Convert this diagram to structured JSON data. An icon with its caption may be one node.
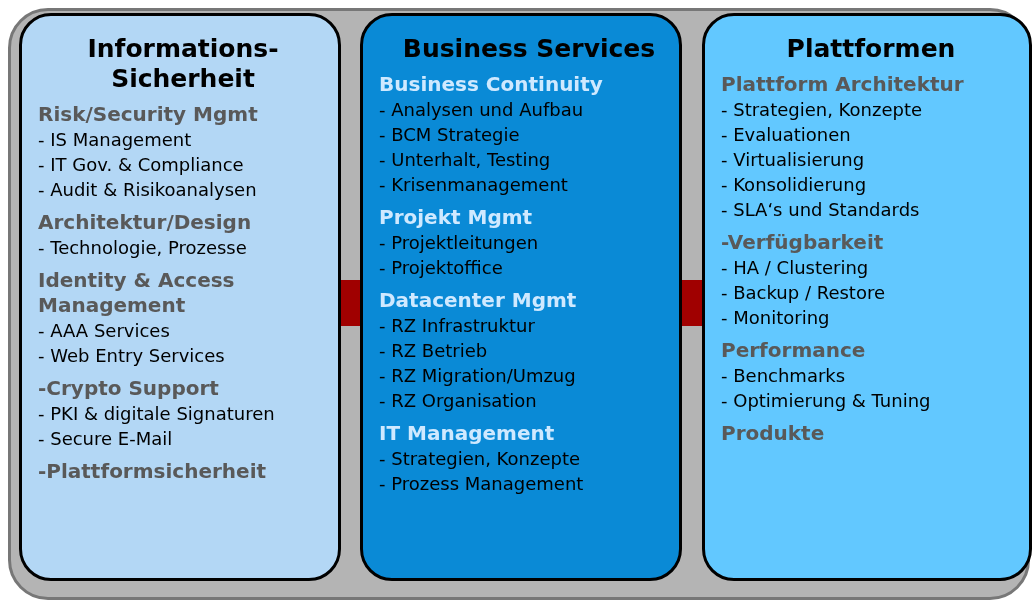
{
  "diagram": {
    "nodes": [
      {
        "text": [],
        "shape": "box"
      },
      {
        "text": [
          "Informations- Sicherheit",
          "Risk/Security Mgmt",
          "- IS Management",
          "- IT Gov. & Compliance",
          "- Audit & Risikoanalysen",
          "Architektur/Design",
          "- Technologie, Prozesse",
          "Identity & Access Management",
          "- AAA Services",
          "- Web Entry Services",
          "-Crypto Support",
          "- PKI & digitale Signaturen",
          "- Secure E-Mail",
          "-Plattformsicherheit"
        ],
        "in": 0
      },
      {
        "text": [
          "Business Services",
          "Business Continuity",
          "- Analysen und Aufbau",
          "- BCM Strategie",
          "- Unterhalt, Testing",
          "- Krisenmanagement",
          "Projekt Mgmt",
          "- Projektleitungen",
          "- Projektoffice",
          "Datacenter Mgmt",
          "- RZ Infrastruktur",
          "- RZ Betrieb",
          "- RZ Migration/Umzug",
          "- RZ Organisation",
          "IT Management",
          "- Strategien, Konzepte",
          "- Prozess Management"
        ],
        "in": 0
      },
      {
        "text": [
          "Plattformen",
          "Plattform Architektur",
          "- Strategien, Konzepte",
          "- Evaluationen",
          "- Virtualisierung",
          "- Konsolidierung",
          "- SLA‘s und Standards",
          "-Verfügbarkeit",
          "- HA / Clustering",
          "- Backup / Restore",
          "- Monitoring",
          "Performance",
          "- Benchmarks",
          "- Optimierung & Tuning",
          "Produkte"
        ],
        "in": 0
      }
    ],
    "edges": [
      {
        "from": 1,
        "to": 2,
        "arrow": "none",
        "color": "#a00000"
      },
      {
        "from": 2,
        "to": 3,
        "arrow": "none",
        "color": "#a00000"
      }
    ]
  }
}
